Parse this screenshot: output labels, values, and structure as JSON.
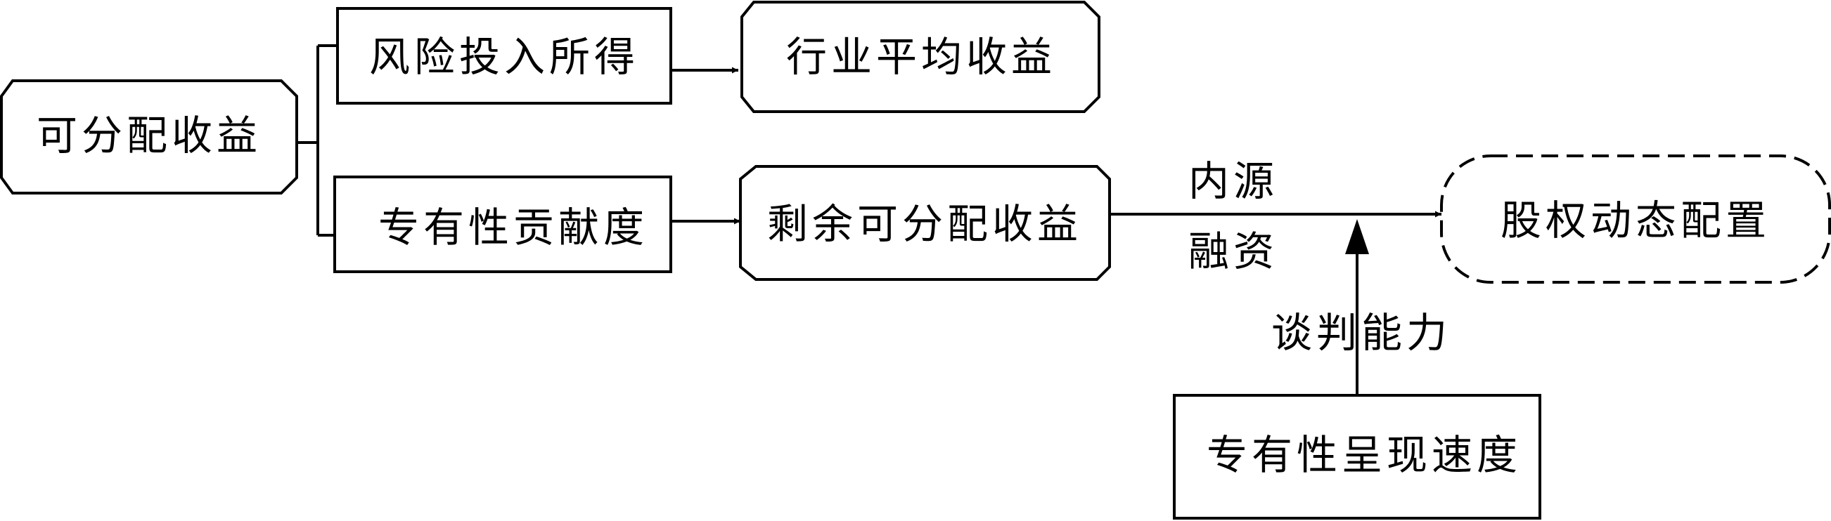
{
  "diagram": {
    "nodes": {
      "distributable_income": "可分配收益",
      "risk_input_income": "风险投入所得",
      "industry_avg_income": "行业平均收益",
      "exclusive_contribution": "专有性贡献度",
      "residual_income": "剩余可分配收益",
      "equity_dynamic_allocation": "股权动态配置",
      "exclusivity_speed": "专有性呈现速度"
    },
    "labels": {
      "internal": "内源",
      "financing": "融资",
      "negotiation": "谈判能力"
    }
  }
}
